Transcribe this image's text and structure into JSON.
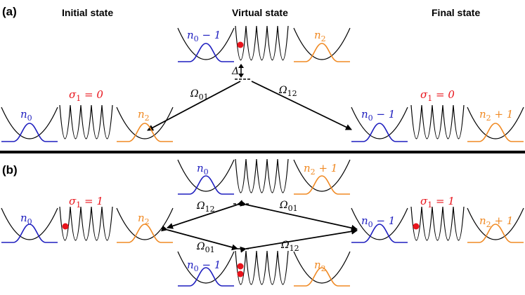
{
  "panel_a": {
    "label": "(a)",
    "headers": {
      "initial": "Initial state",
      "virtual": "Virtual state",
      "final": "Final state"
    },
    "initial": {
      "mode0": "n0",
      "spin": "σ1 = 0",
      "mode2": "n2"
    },
    "virtual": {
      "mode0": "n0 − 1",
      "mode2": "n2",
      "atoms_in_lattice": 1
    },
    "final": {
      "mode0": "n0 − 1",
      "spin": "σ1 = 0",
      "mode2": "n2 + 1"
    },
    "detuning": "Δ",
    "couplings": {
      "left": "Ω01",
      "right": "Ω12"
    }
  },
  "panel_b": {
    "label": "(b)",
    "initial": {
      "mode0": "n0",
      "spin": "σ1 = 1",
      "mode2": "n2",
      "atoms_in_lattice": 1
    },
    "final": {
      "mode0": "n0 − 1",
      "spin": "σ1 = 1",
      "mode2": "n2 + 1",
      "atoms_in_lattice": 1
    },
    "upper_virtual": {
      "mode0": "n0",
      "mode2": "n2 + 1",
      "atoms_in_lattice": 0
    },
    "lower_virtual": {
      "mode0": "n0 − 1",
      "mode2": "n2",
      "atoms_in_lattice": 2
    },
    "couplings": {
      "upper_left": "Ω12",
      "upper_right": "Ω01",
      "lower_left": "Ω01",
      "lower_right": "Ω12"
    }
  },
  "colors": {
    "mode0": "#1f1fbf",
    "mode2": "#f08a24",
    "spin": "#e8141c",
    "atom": "#e8141c",
    "line": "#000000"
  }
}
